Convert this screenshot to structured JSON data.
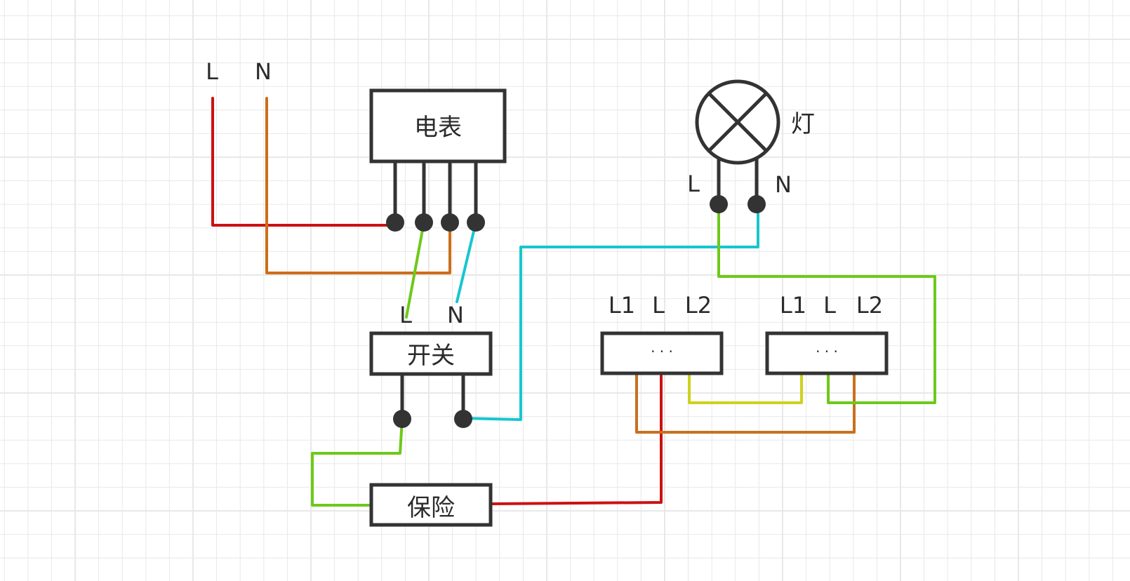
{
  "supply": {
    "l_label": "L",
    "n_label": "N"
  },
  "meter": {
    "label": "电表"
  },
  "switch": {
    "label": "开关",
    "l_label": "L",
    "n_label": "N"
  },
  "fuse": {
    "label": "保险"
  },
  "lamp": {
    "label": "灯",
    "l_label": "L",
    "n_label": "N"
  },
  "switch_left": {
    "l1": "L1",
    "l": "L",
    "l2": "L2",
    "dots": "·  ·  ·"
  },
  "switch_right": {
    "l1": "L1",
    "l": "L",
    "l2": "L2",
    "dots": "·  ·  ·"
  },
  "colors": {
    "live_red": "#cc1111",
    "neutral_orange": "#cc6e1a",
    "green": "#6ec91a",
    "cyan": "#18c6cf",
    "yellow": "#cfd11e",
    "traveler_orange": "#c8701e",
    "grid": "#e8e8e8"
  }
}
